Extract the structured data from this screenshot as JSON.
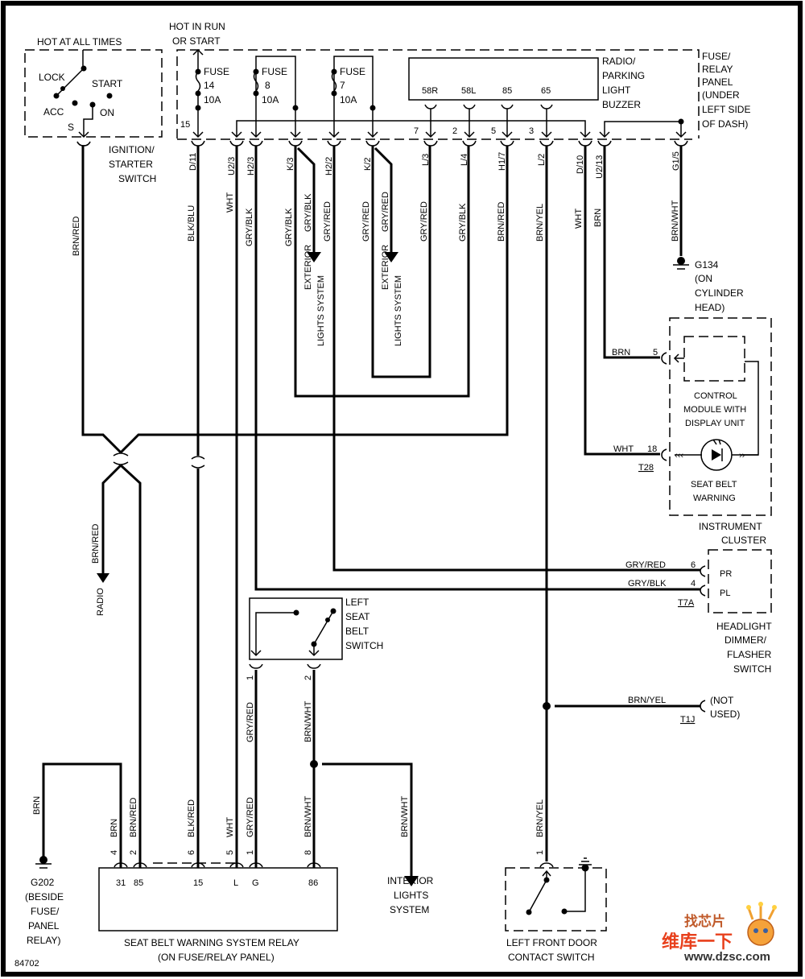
{
  "diagram": {
    "figure_id": "84702",
    "supply_labels": {
      "hot_at_all_times": "HOT AT ALL TIMES",
      "hot_in_run_1": "HOT IN RUN",
      "hot_in_run_2": "OR START"
    },
    "ignition_switch": {
      "name_1": "IGNITION/",
      "name_2": "STARTER",
      "name_3": "SWITCH",
      "positions": {
        "lock": "LOCK",
        "start": "START",
        "acc": "ACC",
        "on": "ON",
        "s": "S"
      }
    },
    "fuse_panel": {
      "name_lines": [
        "FUSE/",
        "RELAY",
        "PANEL",
        "(UNDER",
        "LEFT SIDE",
        "OF DASH)"
      ],
      "terminal_15": "15",
      "fuses": [
        {
          "label": "FUSE",
          "number": "14",
          "rating": "10A"
        },
        {
          "label": "FUSE",
          "number": "8",
          "rating": "10A"
        },
        {
          "label": "FUSE",
          "number": "7",
          "rating": "10A"
        }
      ],
      "buzzer": {
        "name_lines": [
          "RADIO/",
          "PARKING",
          "LIGHT",
          "BUZZER"
        ],
        "pins": [
          "58R",
          "58L",
          "85",
          "65"
        ],
        "pin_numbers": [
          "7",
          "2",
          "5",
          "3"
        ]
      },
      "connectors": [
        "D/11",
        "U2/3",
        "H2/3",
        "K/3",
        "H2/2",
        "K/2",
        "L/3",
        "L/4",
        "H1/7",
        "L/2",
        "D/10",
        "U2/13",
        "G1/5"
      ]
    },
    "wires": {
      "ign_out": "BRN/RED",
      "d11": "BLK/BLU",
      "u23": "WHT",
      "h23": "GRY/BLK",
      "k3_a": "GRY/BLK",
      "k3_b": "GRY/BLK",
      "h22": "GRY/RED",
      "k2_a": "GRY/RED",
      "k2_b": "GRY/RED",
      "l3": "GRY/RED",
      "l4": "GRY/BLK",
      "h17": "BRN/RED",
      "l2": "BRN/YEL",
      "d10": "WHT",
      "u213": "BRN",
      "g15": "BRN/WHT",
      "radio": "BRN/RED",
      "cluster_brn": "BRN",
      "cluster_wht": "WHT",
      "dimmer_gryred": "GRY/RED",
      "dimmer_gryblk": "GRY/BLK",
      "t1j_wire": "BRN/YEL",
      "seat_sw_1": "GRY/RED",
      "seat_sw_2": "BRN/WHT",
      "relay_brn_g202": "BRN",
      "relay_4": "BRN",
      "relay_2": "BRN/RED",
      "relay_6": "BLK/RED",
      "relay_5": "WHT",
      "relay_1": "GRY/RED",
      "relay_8": "BRN/WHT",
      "interior": "BRN/WHT",
      "door": "BRN/YEL"
    },
    "exterior_lights": {
      "line1": "EXTERIOR",
      "line2": "LIGHTS SYSTEM"
    },
    "radio_label": "RADIO",
    "ground_g134": {
      "lines": [
        "G134",
        "(ON",
        "CYLINDER",
        "HEAD)"
      ]
    },
    "instrument_cluster": {
      "name_lines": [
        "INSTRUMENT",
        "CLUSTER"
      ],
      "control_module": [
        "CONTROL",
        "MODULE WITH",
        "DISPLAY UNIT"
      ],
      "warning_lamp": [
        "SEAT BELT",
        "WARNING"
      ],
      "pin_5": "5",
      "pin_18": "18",
      "connector": "T28"
    },
    "dimmer_switch": {
      "name_lines": [
        "HEADLIGHT",
        "DIMMER/",
        "FLASHER",
        "SWITCH"
      ],
      "pins": {
        "pr": "PR",
        "pl": "PL",
        "pin_6": "6",
        "pin_4": "4"
      },
      "connector": "T7A"
    },
    "not_used": {
      "lines": [
        "(NOT",
        "USED)"
      ],
      "connector": "T1J"
    },
    "seat_belt_switch": {
      "name_lines": [
        "LEFT",
        "SEAT",
        "BELT",
        "SWITCH"
      ],
      "pin_1": "1",
      "pin_2": "2"
    },
    "ground_g202": {
      "lines": [
        "G202",
        "(BESIDE",
        "FUSE/",
        "PANEL",
        "RELAY)"
      ]
    },
    "relay": {
      "name_1": "SEAT BELT WARNING SYSTEM RELAY",
      "name_2": "(ON FUSE/RELAY PANEL)",
      "terminals": [
        "31",
        "85",
        "15",
        "L",
        "G",
        "86"
      ],
      "pin_numbers": [
        "4",
        "2",
        "6",
        "5",
        "1",
        "8"
      ]
    },
    "interior_lights": {
      "lines": [
        "INTERIOR",
        "LIGHTS",
        "SYSTEM"
      ]
    },
    "door_switch": {
      "name_1": "LEFT FRONT DOOR",
      "name_2": "CONTACT SWITCH",
      "pin_1": "1"
    },
    "watermark": {
      "line1": "找芯片",
      "line2": "维库一下",
      "url": "www.dzsc.com"
    }
  }
}
